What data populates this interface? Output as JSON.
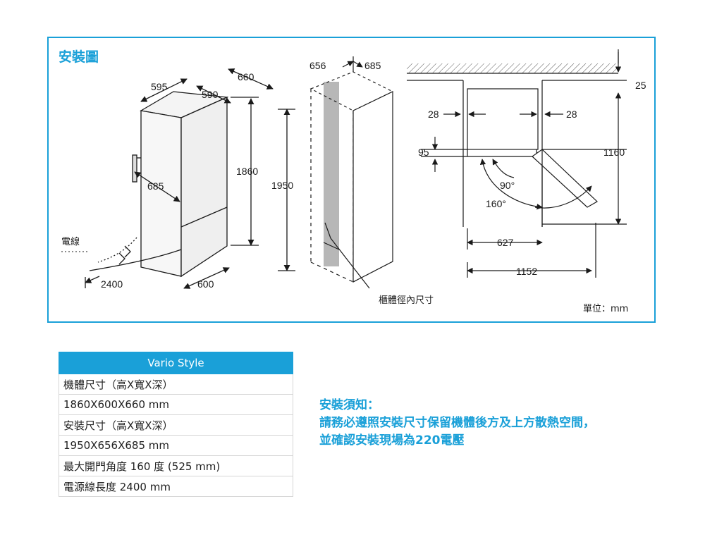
{
  "diagram": {
    "title": "安裝圖",
    "labels": {
      "d595": "595",
      "d660": "660",
      "d590": "590",
      "d685_side": "685",
      "d1860": "1860",
      "d1950": "1950",
      "d600": "600",
      "d2400": "2400",
      "cable": "電線",
      "d656": "656",
      "d685_top": "685",
      "cabinet_inner": "櫃體徑內尺寸",
      "d28_left": "28",
      "d28_right": "28",
      "d25": "25",
      "d95": "95",
      "d1160": "1160",
      "a90": "90°",
      "a160": "160°",
      "d627": "627",
      "d1152": "1152",
      "unit": "單位：mm"
    }
  },
  "spec_table": {
    "header": "Vario Style",
    "rows": [
      "機體尺寸（高X寬X深）",
      "1860X600X660 mm",
      "安裝尺寸（高X寬X深）",
      "1950X656X685 mm",
      "最大開門角度 160 度 (525 mm)",
      "電源線長度 2400 mm"
    ]
  },
  "notice": {
    "title": "安裝須知：",
    "line1": "請務必遵照安裝尺寸保留機體後方及上方散熱空間，",
    "line2": "並確認安裝現場為220電壓"
  }
}
